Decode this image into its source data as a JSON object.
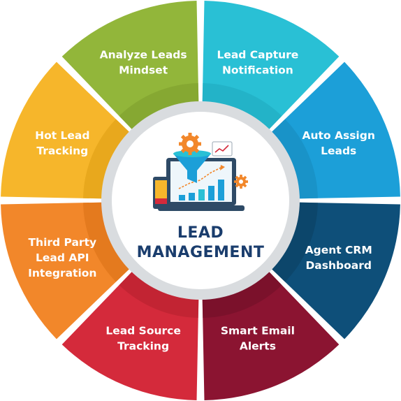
{
  "center": {
    "title_line1": "LEAD",
    "title_line2": "MANAGEMENT"
  },
  "segments": [
    {
      "lines": [
        "Lead Capture",
        "Notification"
      ],
      "color": "#29c0d5",
      "inner_color": "#1fa8bd"
    },
    {
      "lines": [
        "Auto Assign",
        "Leads"
      ],
      "color": "#1c9fd8",
      "inner_color": "#1788bb"
    },
    {
      "lines": [
        "Agent CRM",
        "Dashboard"
      ],
      "color": "#0e4f79",
      "inner_color": "#0b3f61"
    },
    {
      "lines": [
        "Smart Email",
        "Alerts"
      ],
      "color": "#8b1431",
      "inner_color": "#6f0f27"
    },
    {
      "lines": [
        "Lead Source",
        "Tracking"
      ],
      "color": "#d42a3b",
      "inner_color": "#b21f2e"
    },
    {
      "lines": [
        "Third Party",
        "Lead API",
        "Integration"
      ],
      "color": "#f2872a",
      "inner_color": "#d97014"
    },
    {
      "lines": [
        "Hot Lead",
        "Tracking"
      ],
      "color": "#f6b62b",
      "inner_color": "#dd9c12"
    },
    {
      "lines": [
        "Analyze Leads",
        "Mindset"
      ],
      "color": "#92b63a",
      "inner_color": "#7b9c2c"
    }
  ],
  "illustration": {
    "funnel_color": "#1c9fd8",
    "gear_color": "#f2872a",
    "bar_color": "#1c9fd8",
    "device_color": "#2e4a66",
    "icons": [
      "funnel-icon",
      "gear-icon",
      "laptop-icon",
      "bar-chart-icon",
      "smartphone-icon",
      "line-chart-icon"
    ]
  }
}
